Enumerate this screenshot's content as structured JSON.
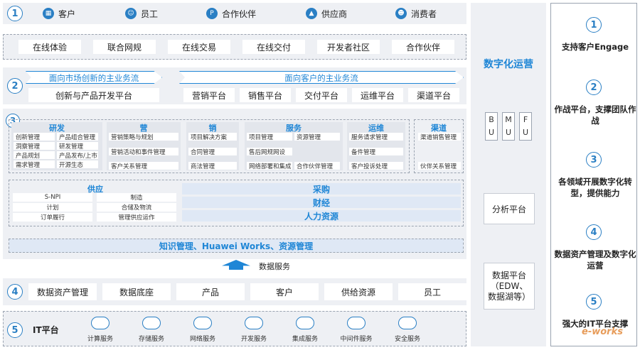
{
  "row1": {
    "num": "1",
    "items": [
      {
        "label": "客户",
        "icon": "building-icon"
      },
      {
        "label": "员工",
        "icon": "employee-icon"
      },
      {
        "label": "合作伙伴",
        "icon": "partner-icon"
      },
      {
        "label": "供应商",
        "icon": "supplier-icon"
      },
      {
        "label": "消费者",
        "icon": "consumer-icon"
      }
    ]
  },
  "channels": [
    "在线体验",
    "联合网规",
    "在线交易",
    "在线交付",
    "开发者社区",
    "合作伙伴"
  ],
  "row2": {
    "num": "2",
    "left_flow": "面向市场创新的主业务流",
    "right_flow": "面向客户的主业务流",
    "left_platform": "创新与产品开发平台",
    "right_platforms": [
      "营销平台",
      "销售平台",
      "交付平台",
      "运维平台",
      "渠道平台"
    ]
  },
  "row3": {
    "num": "3",
    "rd": {
      "title": "研发",
      "cells": [
        "创新管理",
        "产品组合管理",
        "洞察管理",
        "研发管理",
        "产品规划",
        "产品发布/上市",
        "需求管理",
        "开源生态"
      ]
    },
    "mkt": {
      "title": "营",
      "cells": [
        "营销策略与规划",
        "营销活动和事件管理",
        "客户关系管理"
      ]
    },
    "sales": {
      "title": "销",
      "cells": [
        "项目解决方案",
        "合同管理",
        "商法管理"
      ]
    },
    "service": {
      "title": "服务",
      "cells": [
        "项目管理",
        "资源管理",
        "售后网规网设",
        "网络部署和集成",
        "合作伙伴管理"
      ]
    },
    "ops": {
      "title": "运维",
      "cells": [
        "服务请求管理",
        "备件管理",
        "客户投诉处理"
      ]
    },
    "channel": {
      "title": "渠道",
      "cells": [
        "渠道销售管理",
        "伙伴关系管理"
      ]
    },
    "supply": {
      "title": "供应",
      "cells": [
        "S-NPI",
        "制造",
        "计划",
        "合储及物流",
        "订单履行",
        "管理供应运作"
      ]
    },
    "support": [
      "采购",
      "财经",
      "人力资源"
    ],
    "knowledge": "知识管理、Huawei Works、资源管理"
  },
  "data_service": "数据服务",
  "row4": {
    "num": "4",
    "items": [
      "数据资产管理",
      "数据底座",
      "产品",
      "客户",
      "供给资源",
      "员工"
    ]
  },
  "row5": {
    "num": "5",
    "title": "IT平台",
    "items": [
      {
        "label": "计算服务",
        "icon": "compute-cloud-icon"
      },
      {
        "label": "存储服务",
        "icon": "storage-cloud-icon"
      },
      {
        "label": "网络服务",
        "icon": "network-cloud-icon"
      },
      {
        "label": "开发服务",
        "icon": "dev-cloud-icon"
      },
      {
        "label": "集成服务",
        "icon": "integration-cloud-icon"
      },
      {
        "label": "中间件服务",
        "icon": "middleware-cloud-icon"
      },
      {
        "label": "安全服务",
        "icon": "security-cloud-icon"
      }
    ]
  },
  "side": {
    "title": "数字化运营",
    "bu": [
      "B",
      "U"
    ],
    "mu": [
      "M",
      "U"
    ],
    "fu": [
      "F",
      "U"
    ],
    "analysis": "分析平台",
    "data_platform": "数据平台\n（EDW、\n数据湖等）"
  },
  "right": [
    {
      "num": "1",
      "text": "支持客户Engage"
    },
    {
      "num": "2",
      "text": "作战平台，支撑团队作战"
    },
    {
      "num": "3",
      "text": "各领域开展数字化转型，提供能力"
    },
    {
      "num": "4",
      "text": "数据资产管理及数字化运营"
    },
    {
      "num": "5",
      "text": "强大的IT平台支撑"
    }
  ],
  "watermark": "e-works"
}
